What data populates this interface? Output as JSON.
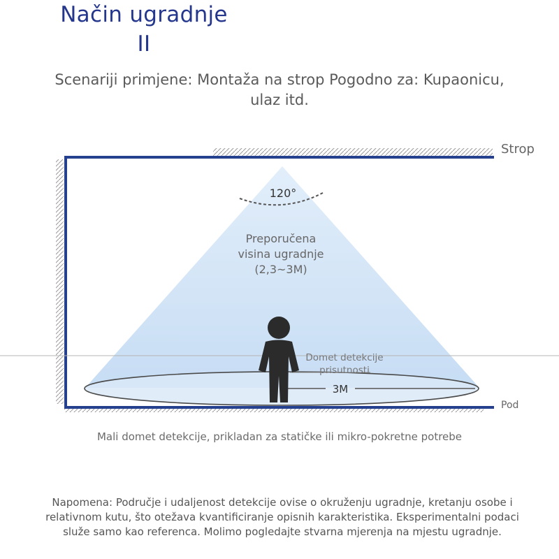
{
  "title": {
    "line1": "Način ugradnje",
    "line2": "II"
  },
  "subtitle": "Scenariji primjene: Montaža na strop Pogodno za: Kupaonicu, ulaz itd.",
  "diagram": {
    "ceiling_label": "Strop",
    "floor_label": "Pod",
    "angle_label": "120°",
    "height_line1": "Preporučena",
    "height_line2": "visina ugradnje",
    "height_line3": "(2,3~3M)",
    "presence_line1": "Domet detekcije",
    "presence_line2": "prisutnosti",
    "range_label": "3M"
  },
  "caption": "Mali domet detekcije, prikladan za statičke ili mikro-pokretne potrebe",
  "note": "Napomena: Područje i udaljenost detekcije ovise o okruženju ugradnje, kretanju osobe i relativnom kutu, što otežava kvantificiranje opisnih karakteristika. Eksperimentalni podaci služe samo kao referenca. Molimo pogledajte stvarna mjerenja na mjestu ugradnje.",
  "colors": {
    "title": "#24378c",
    "wall": "#25408f",
    "cone": "#cfe3f7",
    "ellipse": "#dbe9f7"
  }
}
